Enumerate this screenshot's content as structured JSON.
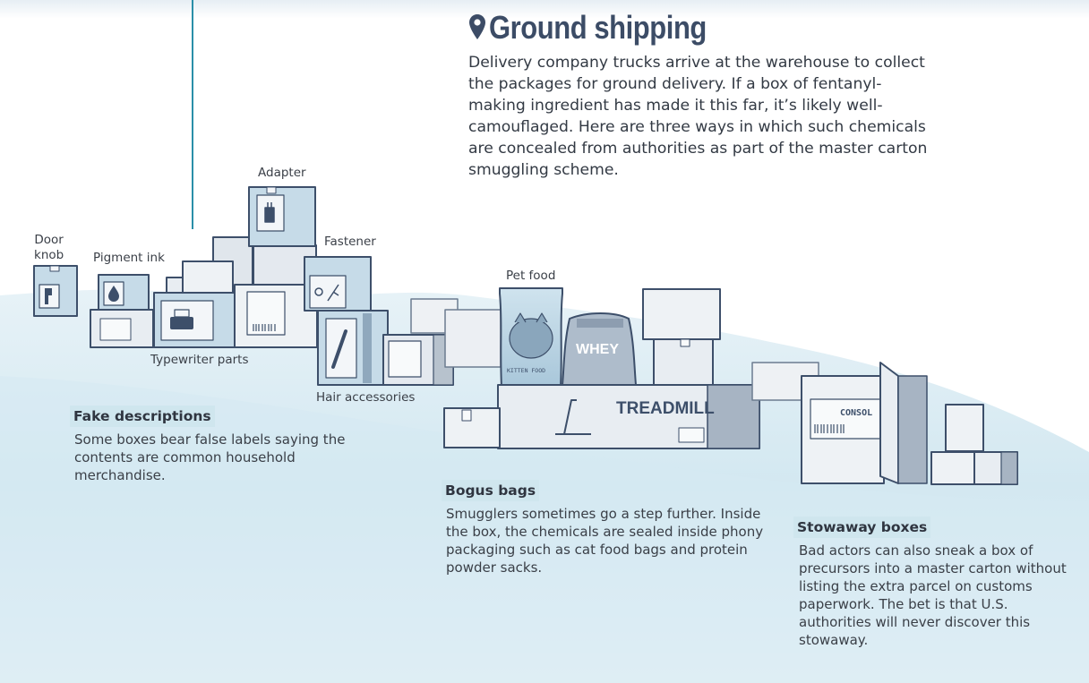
{
  "header": {
    "title": "Ground shipping",
    "intro": "Delivery company trucks arrive at the warehouse to collect the packages for ground delivery. If a box of fentanyl-making ingredient has made it this far, it’s likely well-camouflaged. Here are three ways in which such chemicals are concealed from authorities as part of the master carton smuggling scheme."
  },
  "labels": {
    "door_knob_1": "Door",
    "door_knob_2": "knob",
    "pigment_ink": "Pigment ink",
    "adapter": "Adapter",
    "fastener": "Fastener",
    "typewriter_parts": "Typewriter parts",
    "hair_accessories": "Hair accessories",
    "pet_food": "Pet food"
  },
  "package_text": {
    "treadmill": "TREADMILL",
    "whey": "WHEY",
    "kitten_food": "KITTEN FOOD",
    "consol": "CONSOL"
  },
  "sections": [
    {
      "title": "Fake descriptions",
      "body": "Some boxes bear false labels saying the contents are common household merchandise."
    },
    {
      "title": "Bogus bags",
      "body": "Smugglers sometimes go a step further. Inside the box, the chemicals are sealed inside phony packaging such as cat food bags and protein powder sacks."
    },
    {
      "title": "Stowaway boxes",
      "body": "Bad actors can also sneak a box of precursors into a master carton without listing the extra parcel on customs paperwork. The bet is that U.S. authorities will never discover this stowaway."
    }
  ],
  "colors": {
    "ground": "#d9ebf3",
    "title": "#3c4c66",
    "section_highlight": "#cfe6ee",
    "box_outline": "#3d4f6a",
    "accent_line": "#2b8fa8"
  }
}
